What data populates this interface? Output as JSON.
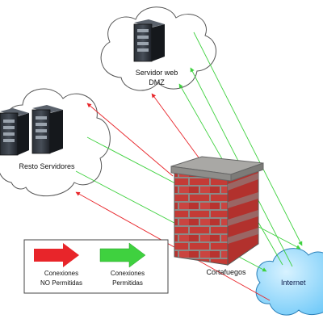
{
  "nodes": {
    "dmz": {
      "label_line1": "Servidor web",
      "label_line2": "DMZ"
    },
    "resto": {
      "label": "Resto Servidores"
    },
    "firewall": {
      "label": "Cortafuegos"
    },
    "internet": {
      "label": "Internet"
    }
  },
  "legend": {
    "denied_line1": "Conexiones",
    "denied_line2": "NO Permitidas",
    "allowed_line1": "Conexiones",
    "allowed_line2": "Permitidas"
  },
  "colors": {
    "denied": "#e8252a",
    "allowed": "#3fd13f",
    "brick": "#c33a35",
    "cloud_internet": "#8fd6ff"
  }
}
